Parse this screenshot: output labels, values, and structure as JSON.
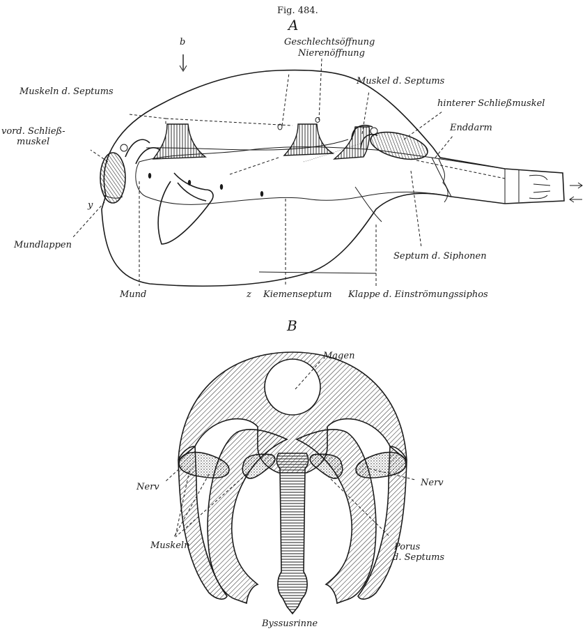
{
  "figure": {
    "number": "Fig. 484.",
    "panel_a": "A",
    "panel_b": "B",
    "markers": {
      "b": "b",
      "y": "y",
      "z": "z"
    }
  },
  "labels_a": {
    "geschlechtsoeffnung": "Geschlechtsöffnung",
    "nierenoeffnung": "Nierenöffnung",
    "muskeln_septums": "Muskeln d. Septums",
    "muskel_septums": "Muskel d. Septums",
    "hinterer_schliessmuskel": "hinterer Schließmuskel",
    "enddarm": "Enddarm",
    "vord_schliess_1": "vord. Schließ-",
    "vord_schliess_2": "muskel",
    "mundlappen": "Mundlappen",
    "mund": "Mund",
    "kiemenseptum": "Kiemenseptum",
    "klappe": "Klappe d. Einströmungssiphos",
    "septum_siphonen": "Septum d. Siphonen"
  },
  "labels_b": {
    "magen": "Magen",
    "nerv_left": "Nerv",
    "nerv_right": "Nerv",
    "muskeln": "Muskeln",
    "porus_1": "Porus",
    "porus_2": "d. Septums",
    "byssusrinne": "Byssusrinne"
  }
}
